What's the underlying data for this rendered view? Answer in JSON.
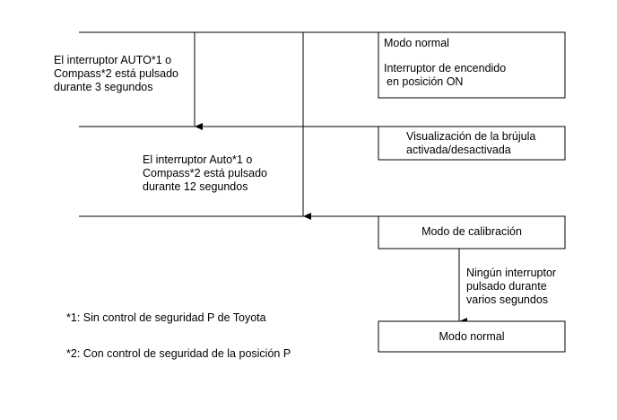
{
  "boxes": {
    "normal_mode_top": {
      "title": "Modo normal",
      "line1": "Interruptor de encendido",
      "line2": "en posición ON"
    },
    "compass_display": {
      "line1": "Visualización de la brújula",
      "line2": "activada/desactivada"
    },
    "calibration_mode": {
      "label": "Modo de calibración"
    },
    "normal_mode_bottom": {
      "label": "Modo normal"
    }
  },
  "conditions": {
    "press_3s": {
      "line1": "El interruptor AUTO*1 o",
      "line2": "Compass*2 está pulsado",
      "line3": "durante 3 segundos"
    },
    "press_12s": {
      "line1": "El interruptor Auto*1 o",
      "line2": "Compass*2 está pulsado",
      "line3": "durante 12 segundos"
    },
    "no_switch": {
      "line1": "Ningún interruptor",
      "line2": "pulsado durante",
      "line3": "varios segundos"
    }
  },
  "footnotes": {
    "note1": "*1: Sin control de seguridad P de Toyota",
    "note2": "*2: Con control de seguridad de la posición P"
  }
}
